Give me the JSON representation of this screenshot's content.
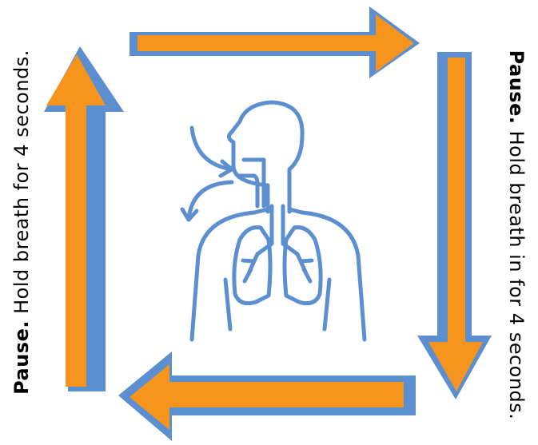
{
  "colors": {
    "arrow_fill": "#f7941d",
    "arrow_shadow": "#5b8fd0",
    "icon_stroke": "#5b8fd0",
    "text": "#000000"
  },
  "icon": "respiratory-system-icon",
  "labels": {
    "left": {
      "bold": "Pause.",
      "text": " Hold breath for 4 seconds."
    },
    "right": {
      "bold": "Pause.",
      "text": " Hold breath in for 4 seconds."
    }
  }
}
